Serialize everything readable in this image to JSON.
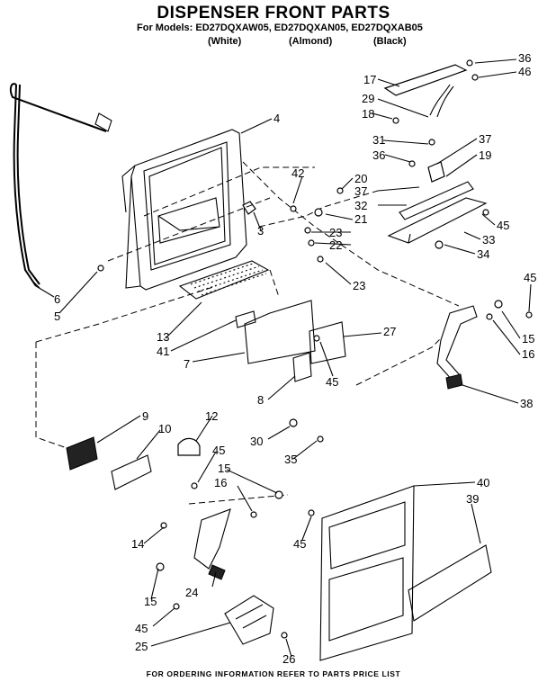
{
  "header": {
    "title": "DISPENSER FRONT PARTS",
    "models": "For Models: ED27DQXAW05, ED27DQXAN05, ED27DQXAB05",
    "colors": [
      "(White)",
      "(Almond)",
      "(Black)"
    ]
  },
  "footer": "FOR ORDERING INFORMATION REFER TO PARTS PRICE LIST",
  "labels": {
    "n36a": "36",
    "n46": "46",
    "n17": "17",
    "n29": "29",
    "n18": "18",
    "n4": "4",
    "n31": "31",
    "n37a": "37",
    "n36b": "36",
    "n19": "19",
    "n42": "42",
    "n20": "20",
    "n37b": "37",
    "n32": "32",
    "n21": "21",
    "n23a": "23",
    "n22": "22",
    "n45a": "45",
    "n33": "33",
    "n3": "3",
    "n34": "34",
    "n23b": "23",
    "n6": "6",
    "n5": "5",
    "n45b": "45",
    "n13": "13",
    "n41": "41",
    "n27": "27",
    "n15a": "15",
    "n16a": "16",
    "n7": "7",
    "n45c": "45",
    "n8": "8",
    "n38": "38",
    "n9": "9",
    "n10": "10",
    "n12": "12",
    "n30": "30",
    "n45d": "45",
    "n35": "35",
    "n15b": "15",
    "n16b": "16",
    "n40": "40",
    "n39": "39",
    "n14": "14",
    "n45e": "45",
    "n24": "24",
    "n15c": "15",
    "n45f": "45",
    "n25": "25",
    "n26": "26"
  }
}
